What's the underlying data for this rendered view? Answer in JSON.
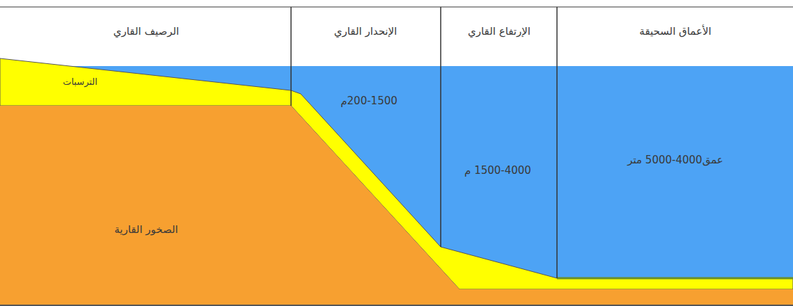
{
  "diagram": {
    "labels": [
      "الرصيف القاري",
      "الإنحدار القاري",
      "الإرتفاع القاري",
      "الأعماق السحيقة",
      "الترسبات",
      "200-1500م",
      "1500-4000 م",
      "عمق4000-5000 متر",
      "الصخور القارية"
    ]
  }
}
